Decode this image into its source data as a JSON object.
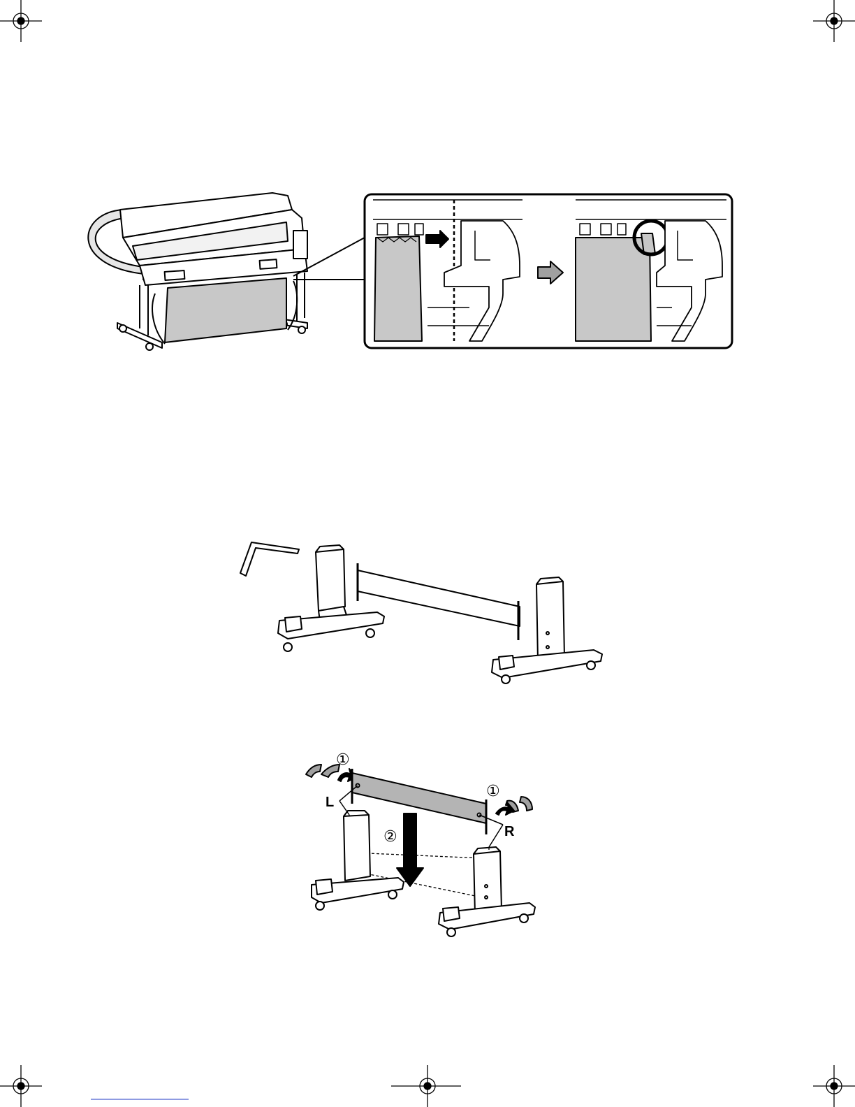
{
  "colors": {
    "ink": "#000000",
    "paper_gray": "#c8c8c8",
    "arrow_gray": "#a0a0a0",
    "beam_gray": "#b4b4b4",
    "footer_rule": "#4a5fd0"
  },
  "icons": {
    "registration_mark": "crosshair-circle",
    "step_marker": "circled-number"
  },
  "labels": {
    "left": "L",
    "right": "R",
    "step_one": "①",
    "step_two": "②"
  }
}
